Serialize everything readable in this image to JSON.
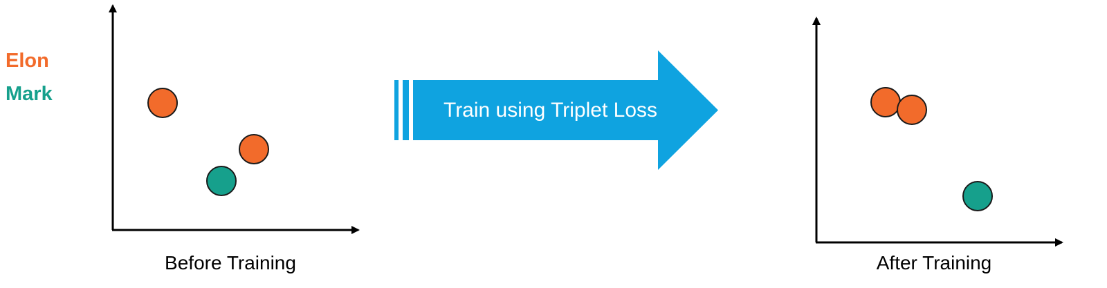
{
  "legend": {
    "elon": {
      "label": "Elon",
      "color": "#F26B2B"
    },
    "mark": {
      "label": "Mark",
      "color": "#16A08C"
    }
  },
  "arrow": {
    "label": "Train using Triplet Loss",
    "color": "#0FA3E0"
  },
  "panels": {
    "before": {
      "caption": "Before Training"
    },
    "after": {
      "caption": "After Training"
    }
  },
  "colors": {
    "axis": "#000000",
    "point_outline": "#1a1a1a"
  }
}
